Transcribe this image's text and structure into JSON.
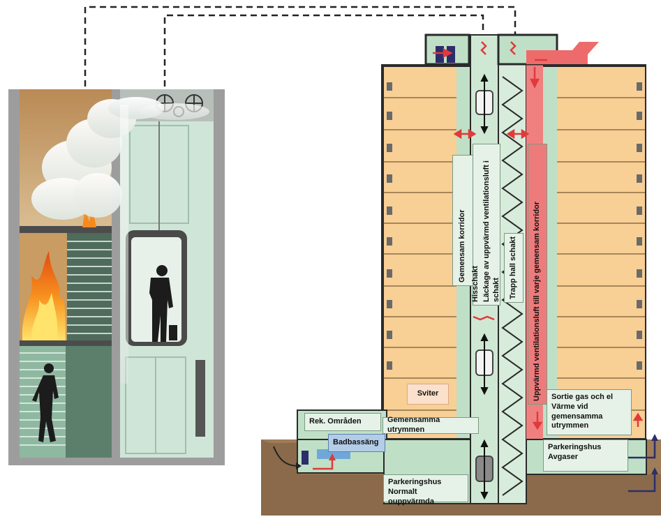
{
  "labels": {
    "gemensam_korridor": "Gemensam korridor",
    "hisschakt": "Hisschakt",
    "lackage": "Läckage av uppvärmd ventilationsluft i schakt",
    "trapphall": "Trapp hall schakt",
    "uppvarmd": "Uppvärmd ventilationsluft till varje gemensam korridor",
    "sviter": "Sviter",
    "sortie_line1": "Sortie gas och el",
    "sortie_line2": "Värme vid",
    "sortie_line3": "gemensamma",
    "sortie_line4": "utrymmen",
    "rek_omraden": "Rek. Områden",
    "gemensamma_utrymmen": "Gemensamma utrymmen",
    "badbassang": "Badbassäng",
    "parkering_avgaser_line1": "Parkeringshus",
    "parkering_avgaser_line2": "Avgaser",
    "parkering_ouppvarmd_line1": "Parkeringshus",
    "parkering_ouppvarmd_line2": "Normalt ouppvärmda"
  },
  "colors": {
    "apartment": "#f8cf94",
    "shaft": "#cfe8d4",
    "corridor": "#bfe0c6",
    "heated_air": "#ee6b6b",
    "pool": "#b3cde8",
    "sviter_box": "#fbe0cc",
    "ground": "#8a6a4a",
    "fire": "#f58a1f",
    "smoke": "#f2f2f2"
  }
}
